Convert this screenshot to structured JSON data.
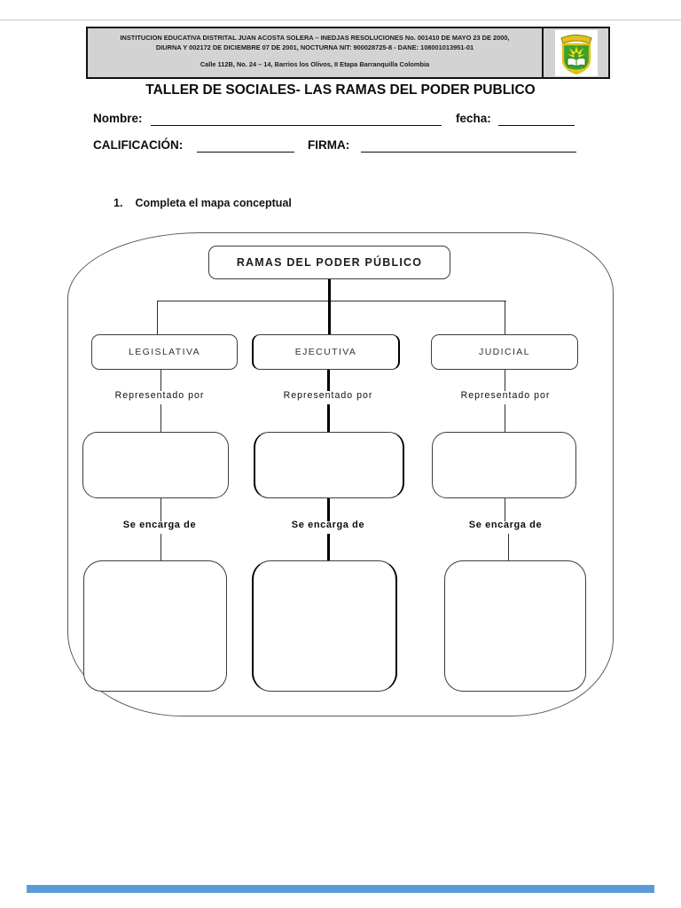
{
  "header": {
    "line1": "INSTITUCION EDUCATIVA DISTRITAL JUAN ACOSTA SOLERA – INEDJAS  RESOLUCIONES No. 001410 DE MAYO 23 DE 2000,",
    "line2": "DIURNA  Y  002172 DE DICIEMBRE 07 DE 2001, NOCTURNA NIT: 900028725-8    -     DANE: 108001013951-01",
    "line3": "Calle 112B, No. 24 – 14, Barrios los Olivos, II Etapa   Barranquilla   Colombia",
    "logo": "school-crest"
  },
  "title": "TALLER DE SOCIALES- LAS RAMAS DEL PODER PUBLICO",
  "fields": {
    "nombre_label": "Nombre:",
    "nombre_value": "",
    "fecha_label": "fecha:",
    "fecha_value": "",
    "calificacion_label": "CALIFICACIÓN:",
    "calificacion_value": "",
    "firma_label": "FIRMA:",
    "firma_value": ""
  },
  "instruction": {
    "number": "1.",
    "text": "Completa el  mapa conceptual"
  },
  "concept_map": {
    "root": "RAMAS DEL PODER PÚBLICO",
    "branches": [
      {
        "name": "LEGISLATIVA",
        "representado_label": "Representado por",
        "representado_value": "",
        "encarga_label": "Se encarga de",
        "encarga_value": ""
      },
      {
        "name": "EJECUTIVA",
        "representado_label": "Representado por",
        "representado_value": "",
        "encarga_label": "Se encarga de",
        "encarga_value": ""
      },
      {
        "name": "JUDICIAL",
        "representado_label": "Representado por",
        "representado_value": "",
        "encarga_label": "Se encarga de",
        "encarga_value": ""
      }
    ]
  },
  "colors": {
    "header_bg": "#d3d3d3",
    "border": "#101010",
    "map_line": "#2e2e2e",
    "bottom_bar": "#5b9bd5",
    "crest_green": "#3aa02e",
    "crest_gold": "#e2c21a"
  }
}
